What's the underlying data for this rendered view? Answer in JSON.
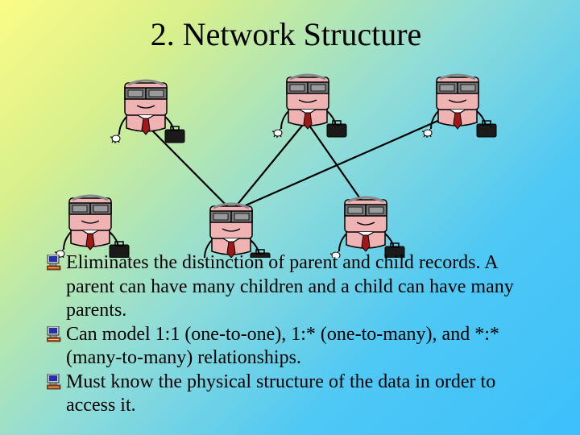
{
  "slide": {
    "title": "2. Network Structure"
  },
  "diagram": {
    "node_icon": "businessman-with-briefcase-icon",
    "line_color": "#000000",
    "nodes": [
      "top-left",
      "top-center",
      "top-right",
      "bottom-left",
      "bottom-center",
      "bottom-right"
    ],
    "links": [
      [
        "top-left",
        "bottom-center"
      ],
      [
        "top-center",
        "bottom-center"
      ],
      [
        "top-center",
        "bottom-right"
      ],
      [
        "top-right",
        "bottom-center"
      ]
    ]
  },
  "bullets": {
    "icon": "computer-icon",
    "items": [
      "Eliminates the distinction of parent and child records.  A parent can have many children and a child can have many parents.",
      "Can model 1:1 (one-to-one), 1:* (one-to-many), and *:* (many-to-many) relationships.",
      "Must know the physical structure of the data in order to access it."
    ]
  }
}
